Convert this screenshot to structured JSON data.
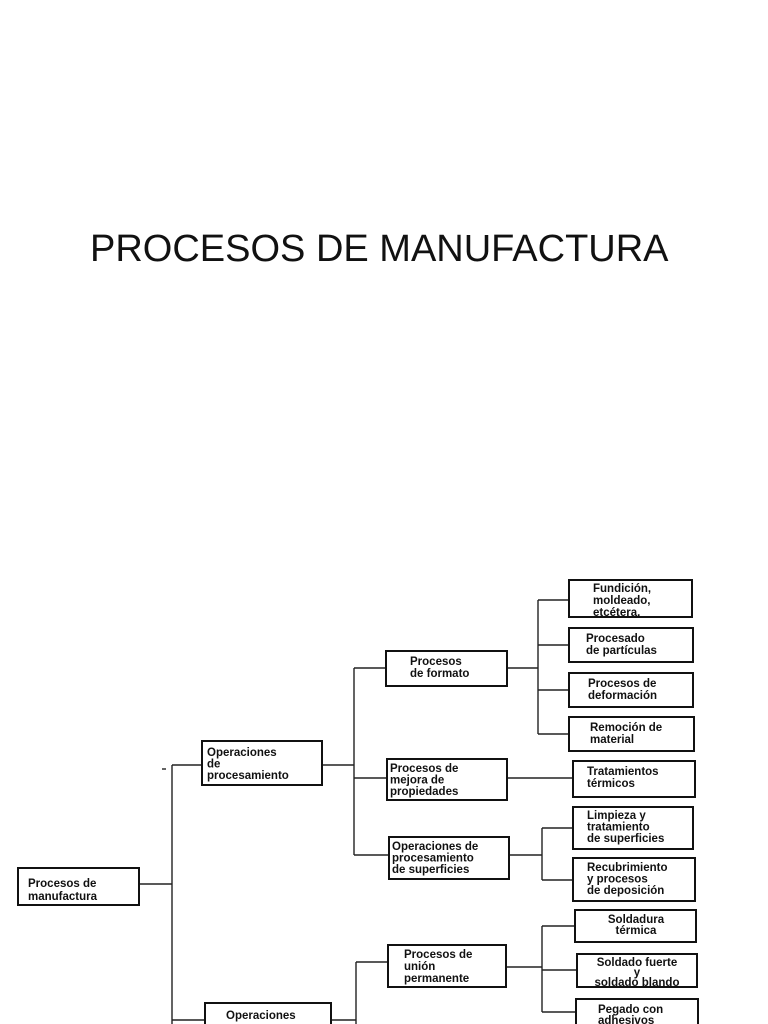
{
  "title": "PROCESOS DE MANUFACTURA",
  "diagram": {
    "root": {
      "lines": [
        "Procesos de",
        "manufactura"
      ]
    },
    "level1": [
      {
        "lines": [
          "Operaciones",
          "de",
          "procesamiento"
        ]
      },
      {
        "lines": [
          "Operaciones"
        ]
      }
    ],
    "level2": [
      {
        "lines": [
          "Procesos",
          "de formato"
        ]
      },
      {
        "lines": [
          "Procesos de",
          "mejora de",
          "propiedades"
        ]
      },
      {
        "lines": [
          "Operaciones de",
          "procesamiento",
          "de superficies"
        ]
      },
      {
        "lines": [
          "Procesos de",
          "unión",
          "permanente"
        ]
      }
    ],
    "level3": [
      {
        "lines": [
          "Fundición,",
          "moldeado,",
          "etcétera."
        ]
      },
      {
        "lines": [
          "Procesado",
          "de partículas"
        ]
      },
      {
        "lines": [
          "Procesos de",
          "deformación"
        ]
      },
      {
        "lines": [
          "Remoción de",
          "material"
        ]
      },
      {
        "lines": [
          "Tratamientos",
          "térmicos"
        ]
      },
      {
        "lines": [
          "Limpieza y",
          "tratamiento",
          "de superficies"
        ]
      },
      {
        "lines": [
          "Recubrimiento",
          "y procesos",
          "de deposición"
        ]
      },
      {
        "lines": [
          "Soldadura",
          "térmica"
        ]
      },
      {
        "lines": [
          "Soldado fuerte",
          "y",
          "soldado blando"
        ]
      },
      {
        "lines": [
          "Pegado con",
          "adhesivos"
        ]
      }
    ]
  }
}
